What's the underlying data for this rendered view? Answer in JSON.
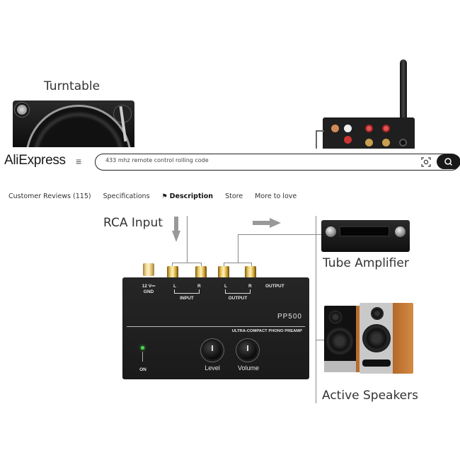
{
  "product_image_top": {
    "turntable_label": "Turntable"
  },
  "header": {
    "logo": "AliExpress",
    "logo_accent_color": "#f5b800",
    "menu_icon": "hamburger-icon",
    "search": {
      "value": "433 mhz remote control rolling code",
      "placeholder": ""
    },
    "camera_icon": "image-search-icon",
    "search_icon": "search-icon"
  },
  "tabs": [
    {
      "label": "Customer Reviews (115)",
      "active": false
    },
    {
      "label": "Specifications",
      "active": false
    },
    {
      "label": "Description",
      "active": true,
      "icon": "location-pin-icon"
    },
    {
      "label": "Store",
      "active": false
    },
    {
      "label": "More to love",
      "active": false
    }
  ],
  "diagram": {
    "rca_input_label": "RCA Input",
    "tube_amplifier_label": "Tube Amplifier",
    "active_speakers_label": "Active Speakers",
    "preamp": {
      "model": "PP500",
      "subtitle": "ULTRA-COMPACT PHONO PREAMP",
      "power_label_1": "12 V⎓",
      "power_label_2": "GND",
      "input_l": "L",
      "input_r": "R",
      "input_label": "INPUT",
      "output_l": "L",
      "output_r": "R",
      "output_label": "OUTPUT",
      "output_label_right": "OUTPUT",
      "level_label": "Level",
      "volume_label": "Volume",
      "on_label": "ON",
      "led_color": "#4cd84c"
    }
  }
}
